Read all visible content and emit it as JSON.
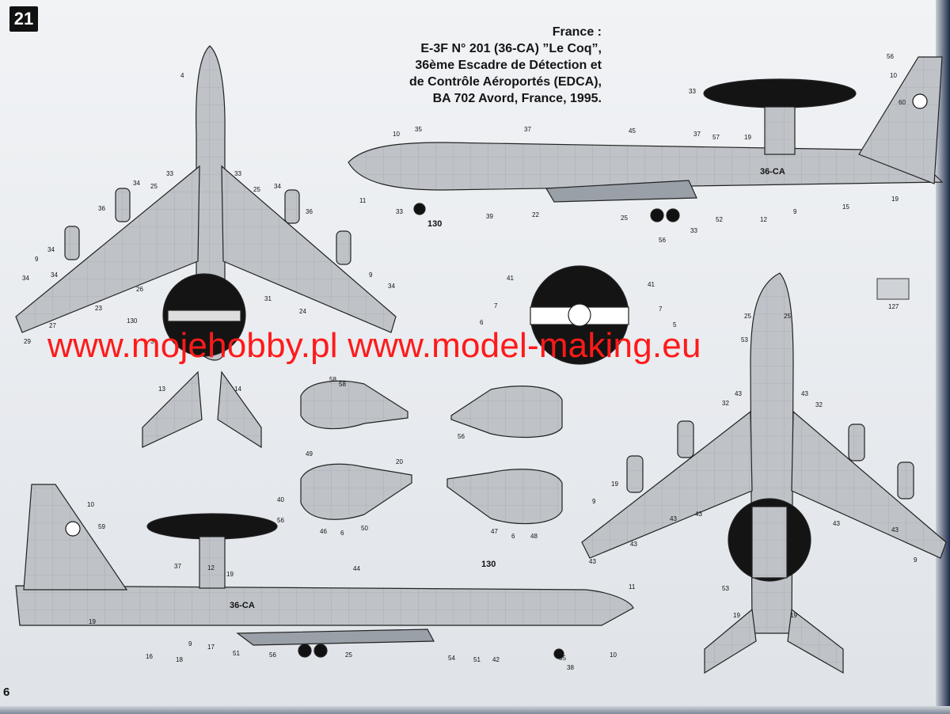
{
  "page": {
    "step_number": "21",
    "page_number": "6"
  },
  "title": {
    "line1": "France :",
    "line2": "E-3F N° 201 (36-CA) ”Le Coq”,",
    "line3": "36ème Escadre de Détection et",
    "line4": "de Contrôle Aéroportés (EDCA),",
    "line5": "BA 702 Avord, France, 1995."
  },
  "watermark": {
    "text": "www.mojehobby.pl www.model-making.eu",
    "color": "#ff1a1a"
  },
  "markings": {
    "code_right_side": "36-CA",
    "code_left_side": "36-CA"
  },
  "callouts": {
    "top_view": [
      "4",
      "33",
      "33",
      "34",
      "25",
      "25",
      "34",
      "36",
      "36",
      "34",
      "34",
      "9",
      "9",
      "34",
      "34",
      "26",
      "31",
      "23",
      "24",
      "27",
      "29",
      "130",
      "13",
      "14",
      "3"
    ],
    "right_side": [
      "56",
      "10",
      "60",
      "33",
      "35",
      "37",
      "45",
      "37",
      "57",
      "19",
      "10",
      "11",
      "33",
      "130",
      "39",
      "22",
      "25",
      "56",
      "33",
      "52",
      "12",
      "9",
      "15",
      "19"
    ],
    "engines": [
      "58",
      "58",
      "49",
      "20",
      "40",
      "56",
      "46",
      "6",
      "50",
      "56",
      "47",
      "6",
      "48"
    ],
    "insignia": [
      "41",
      "41",
      "7",
      "7",
      "6",
      "5"
    ],
    "left_side": [
      "10",
      "59",
      "37",
      "12",
      "19",
      "44",
      "130",
      "11",
      "19",
      "16",
      "18",
      "9",
      "17",
      "51",
      "56",
      "25",
      "54",
      "51",
      "42",
      "55",
      "38",
      "10"
    ],
    "bottom_view": [
      "127",
      "25",
      "25",
      "53",
      "43",
      "43",
      "32",
      "32",
      "19",
      "9",
      "43",
      "43",
      "43",
      "43",
      "43",
      "43",
      "9",
      "53",
      "19",
      "19"
    ]
  },
  "colors": {
    "ink": "#111111",
    "airframe_grey": "#bfc3c8",
    "radome_black": "#141414",
    "watermark_red": "#ff1a1a"
  }
}
